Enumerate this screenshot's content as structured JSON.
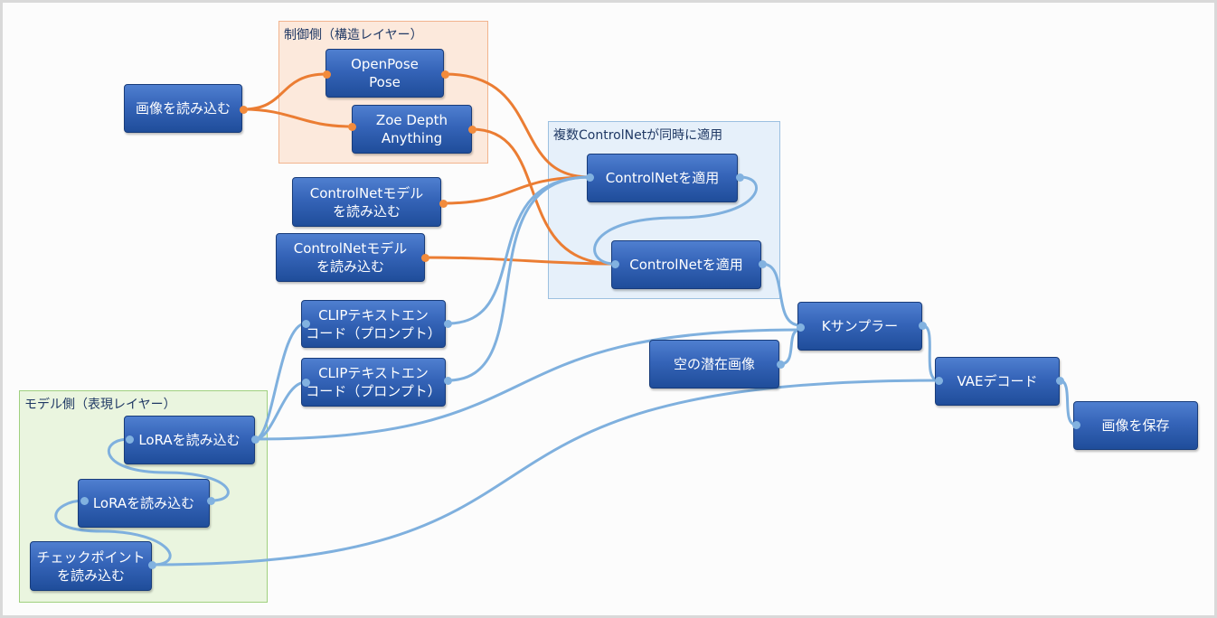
{
  "groups": {
    "control": "制御側（構造レイヤー）",
    "multi": "複数ControlNetが同時に適用",
    "model": "モデル側（表現レイヤー）"
  },
  "nodes": {
    "load_image": "画像を読み込む",
    "openpose": "OpenPose\nPose",
    "zoe_depth": "Zoe Depth\nAnything",
    "controlnet_loader_1": "ControlNetモデル\nを読み込む",
    "controlnet_loader_2": "ControlNetモデル\nを読み込む",
    "apply_controlnet_1": "ControlNetを適用",
    "apply_controlnet_2": "ControlNetを適用",
    "clip_encode_1": "CLIPテキストエン\nコード（プロンプト）",
    "clip_encode_2": "CLIPテキストエン\nコード（プロンプト）",
    "ksampler": "Kサンプラー",
    "empty_latent": "空の潜在画像",
    "vae_decode": "VAEデコード",
    "save_image": "画像を保存",
    "lora_loader_1": "LoRAを読み込む",
    "lora_loader_2": "LoRAを読み込む",
    "checkpoint_loader": "チェックポイント\nを読み込む"
  },
  "colors": {
    "control_wire": "#eb7d33",
    "model_wire": "#7fb0de",
    "node_fill": "#3564b8"
  }
}
